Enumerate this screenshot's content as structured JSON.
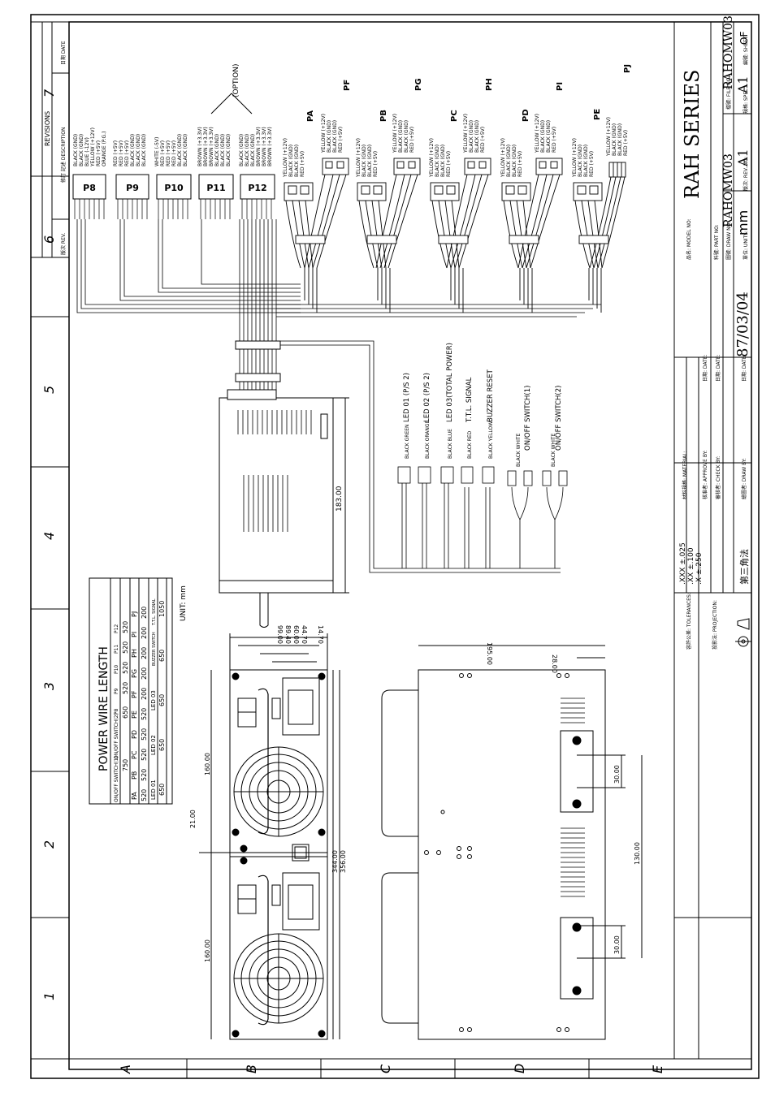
{
  "border": {
    "zones_left": [
      "1",
      "2",
      "3",
      "4",
      "5",
      "6",
      "7"
    ],
    "zones_bottom": [
      "A",
      "B",
      "C",
      "D",
      "E"
    ]
  },
  "revisions": {
    "title": "REVISIONS",
    "col_rev": "版次 REV.",
    "col_desc": "修訂 記述 DESCRIPTION",
    "col_date": "日期 DATE"
  },
  "connectors": [
    {
      "id": "P8",
      "label": "P8",
      "wires": [
        "BLACK (GND)",
        "BLACK (GND)",
        "BLUE (-12V)",
        "YELLOW (+12V)",
        "RED (+5V)",
        "ORANGE (P.G.)"
      ]
    },
    {
      "id": "P9",
      "label": "P9",
      "wires": [
        "RED (+5V)",
        "RED (+5V)",
        "RED (+5V)",
        "BLACK (GND)",
        "BLACK (GND)",
        "BLACK (GND)"
      ]
    },
    {
      "id": "P10",
      "label": "P10",
      "wires": [
        "WHITE (-5V)",
        "RED (+5V)",
        "RED (+5V)",
        "RED (+5V)",
        "BLACK (GND)",
        "BLACK (GND)"
      ]
    },
    {
      "id": "P11",
      "label": "P11",
      "wires": [
        "BROWN (+3.3V)",
        "BROWN (+3.3V)",
        "BROWN (+3.3V)",
        "BLACK (GND)",
        "BLACK (GND)",
        "BLACK (GND)"
      ]
    },
    {
      "id": "P12",
      "label": "P12",
      "wires": [
        "BLACK (GND)",
        "BLACK (GND)",
        "BLACK (GND)",
        "BROWN (+3.3V)",
        "BROWN (+3.3V)",
        "BROWN (+3.3V)"
      ]
    }
  ],
  "option_label": "(OPTION)",
  "peripheral_wires": [
    "YELLOW (+12V)",
    "BLACK (GND)",
    "BLACK (GND)",
    "RED (+5V)"
  ],
  "molex_labels": [
    "PA",
    "PB",
    "PC",
    "PD",
    "PE"
  ],
  "floppy_labels": [
    "PF",
    "PG",
    "PH",
    "PI",
    "PJ"
  ],
  "signals": [
    {
      "colors": "BLACK GREEN",
      "label": "LED 01 (P/S 2)"
    },
    {
      "colors": "BLACK ORANGE",
      "label": "LED 02 (P/S 2)"
    },
    {
      "colors": "BLACK BLUE",
      "label": "LED 03(TOTAL POWER)"
    },
    {
      "colors": "BLACK RED",
      "label": "T.T.L. SIGNAL"
    },
    {
      "colors": "BLACK YELLOW",
      "label": "BUZZER RESET"
    },
    {
      "colors": "BLACK WHITE",
      "label": "ON/OFF SWITCH(1)"
    },
    {
      "colors": "BLACK WHITE",
      "label": "ON/OFF SWITCH(2)"
    }
  ],
  "dimensions": {
    "d183": "183.00",
    "d99": "99.00",
    "d89_4": "89.40",
    "d60": "60.00",
    "d44_7": "44.70",
    "d14_7": "14.70",
    "d160a": "160.00",
    "d160b": "160.00",
    "d21": "21.00",
    "d344": "344.00",
    "d356": "356.00",
    "d195": "195.00",
    "d28": "28.00",
    "d30a": "30.00",
    "d30b": "30.00",
    "d130": "130.00"
  },
  "wire_table": {
    "title": "POWER WIRE LENGTH",
    "unit": "UNIT: mm",
    "rows": [
      [
        "ON/OFF SWITCH(1)",
        "ON/OFF SWITCH(2)",
        "P8",
        "P9",
        "P10",
        "P11",
        "P12"
      ],
      [
        "750",
        "",
        "650",
        "520",
        "520",
        "520",
        "520"
      ],
      [
        "PA",
        "PB",
        "PC",
        "PD",
        "PE",
        "PF",
        "PG",
        "PH",
        "PI",
        "PJ"
      ],
      [
        "520",
        "520",
        "520",
        "520",
        "520",
        "200",
        "200",
        "200",
        "200",
        "200"
      ],
      [
        "LED 01",
        "LED 02",
        "LED 03",
        "BUZZER SWITCH",
        "T.T.L. SIGNAL"
      ],
      [
        "650",
        "650",
        "650",
        "650",
        "1050"
      ]
    ]
  },
  "title_block": {
    "tolerances_label": "容許公差: TOLERANCES:",
    "tol_xxx": ".XXX ±.025",
    "tol_xx": ".XX ±.100",
    "tol_x": ".X ±.250",
    "projection_label": "投影法: PROJECTION:",
    "projection_value": "第三角法",
    "material_label": "材料規格: MATERIAL:",
    "approve_label": "核准者: APPROVE BY:",
    "check_label": "審核者: CHECK BY:",
    "draw_label": "繪圖者: DRAW BY:",
    "date_label": "日期: DATE:",
    "date_value": "87/03/04",
    "model_label": "品名: MODEL NO:",
    "model_value": "RAH SERIES",
    "part_label": "料號: PART NO:",
    "drawing_no_label": "圖號: DRAW NO:",
    "drawing_no_value": "RAHOMW03",
    "file_no_label": "檔號: FILE NO:",
    "file_no_value": "RAHOMW03",
    "units_label": "單位: UNITS:",
    "units_value": "mm",
    "rev_label": "版次: REV. NO:",
    "spec_label": "規格: SPEC.:",
    "spec_value": "A1",
    "rev_value": "A1",
    "sheet_label": "編號: SHEET:",
    "sheet_value": "OF"
  }
}
